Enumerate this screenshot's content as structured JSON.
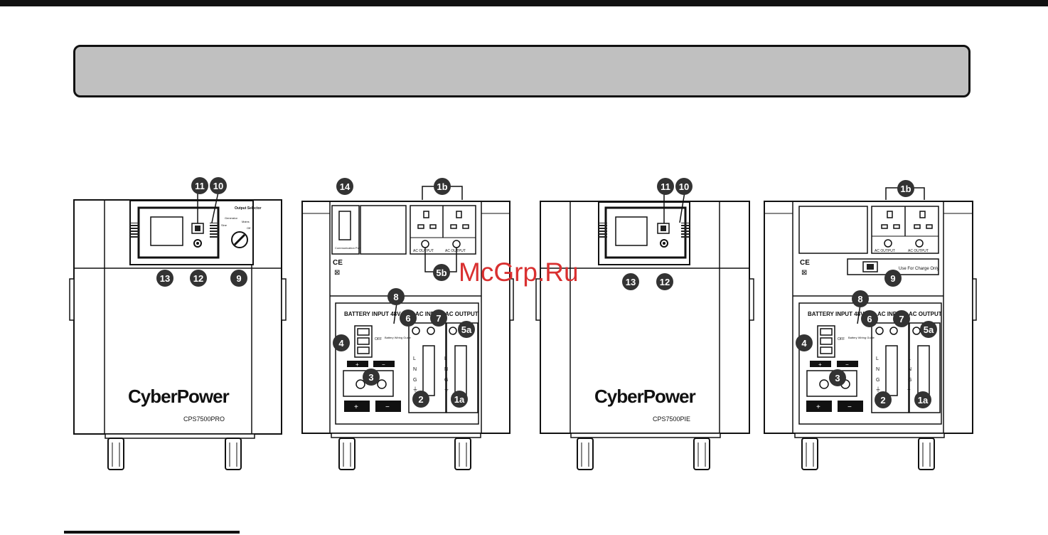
{
  "brand": "CyberPower",
  "watermark": "McGrp.Ru",
  "models": {
    "pro": "CPS7500PRO",
    "pie": "CPS7500PIE"
  },
  "front_panel": {
    "output_selector": "Output Selector",
    "selector_marks": [
      "Generator",
      "Sine",
      "Mains",
      "Off"
    ]
  },
  "back_panel": {
    "communication_port": "Communication Port",
    "battery_input": "BATTERY INPUT 48V",
    "ac_input": "AC INPUT",
    "ac_output": "AC OUTPUT",
    "ac_output_label": "AC OUTPUT",
    "terminal_letters": [
      "L",
      "N",
      "G",
      "⏚"
    ],
    "terminal_letters_pie": [
      "L",
      "N",
      "G",
      "⏚"
    ],
    "switch_off": "OFF",
    "breaker_label": "Battery Wiring Guide",
    "plus_sign": "+",
    "minus_sign": "−",
    "charge_only": "Use For Charge Only"
  },
  "callouts": {
    "front_pro": [
      "11",
      "10",
      "13",
      "12",
      "9"
    ],
    "back_pro": [
      "14",
      "1b",
      "5b",
      "8",
      "6",
      "7",
      "5a",
      "4",
      "3",
      "2",
      "1a"
    ],
    "front_pie": [
      "11",
      "10",
      "13",
      "12"
    ],
    "back_pie": [
      "1b",
      "9",
      "8",
      "6",
      "7",
      "5a",
      "4",
      "3",
      "2",
      "1a"
    ]
  }
}
